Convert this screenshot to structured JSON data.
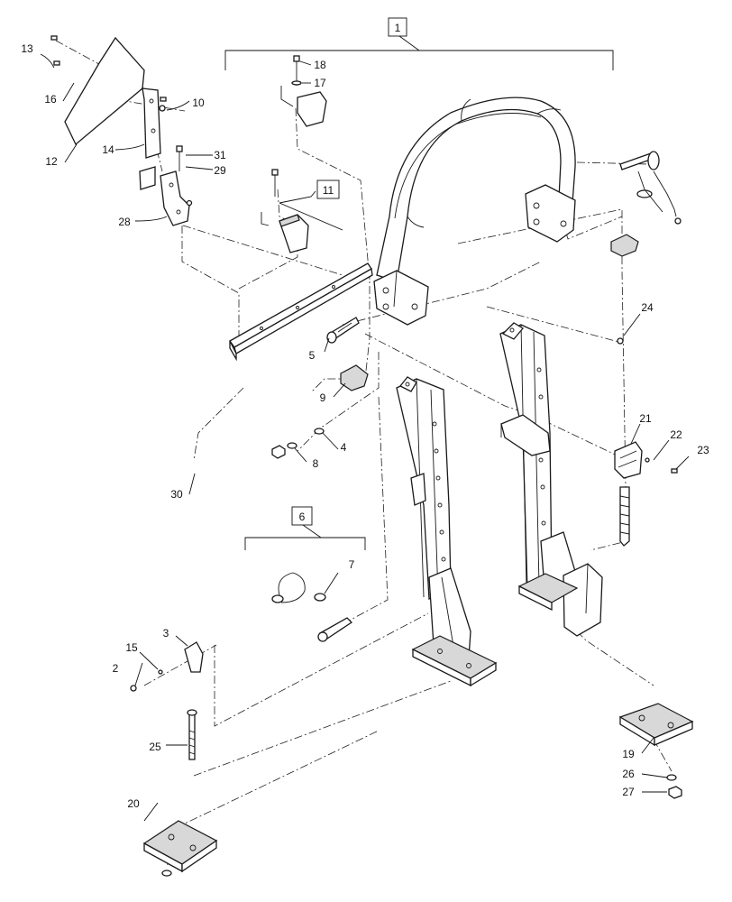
{
  "diagram": {
    "group_labels": [
      {
        "id": "g1",
        "text": "1"
      },
      {
        "id": "g6",
        "text": "6"
      },
      {
        "id": "g11",
        "text": "11"
      }
    ],
    "part_labels": [
      {
        "id": "p2",
        "text": "2"
      },
      {
        "id": "p3",
        "text": "3"
      },
      {
        "id": "p4",
        "text": "4"
      },
      {
        "id": "p5",
        "text": "5"
      },
      {
        "id": "p7",
        "text": "7"
      },
      {
        "id": "p8",
        "text": "8"
      },
      {
        "id": "p9",
        "text": "9"
      },
      {
        "id": "p10",
        "text": "10"
      },
      {
        "id": "p12",
        "text": "12"
      },
      {
        "id": "p13",
        "text": "13"
      },
      {
        "id": "p14",
        "text": "14"
      },
      {
        "id": "p15",
        "text": "15"
      },
      {
        "id": "p16",
        "text": "16"
      },
      {
        "id": "p17",
        "text": "17"
      },
      {
        "id": "p18",
        "text": "18"
      },
      {
        "id": "p19",
        "text": "19"
      },
      {
        "id": "p20",
        "text": "20"
      },
      {
        "id": "p21",
        "text": "21"
      },
      {
        "id": "p22",
        "text": "22"
      },
      {
        "id": "p23",
        "text": "23"
      },
      {
        "id": "p24",
        "text": "24"
      },
      {
        "id": "p25",
        "text": "25"
      },
      {
        "id": "p26",
        "text": "26"
      },
      {
        "id": "p27",
        "text": "27"
      },
      {
        "id": "p28",
        "text": "28"
      },
      {
        "id": "p29",
        "text": "29"
      },
      {
        "id": "p30",
        "text": "30"
      },
      {
        "id": "p31",
        "text": "31"
      }
    ]
  }
}
